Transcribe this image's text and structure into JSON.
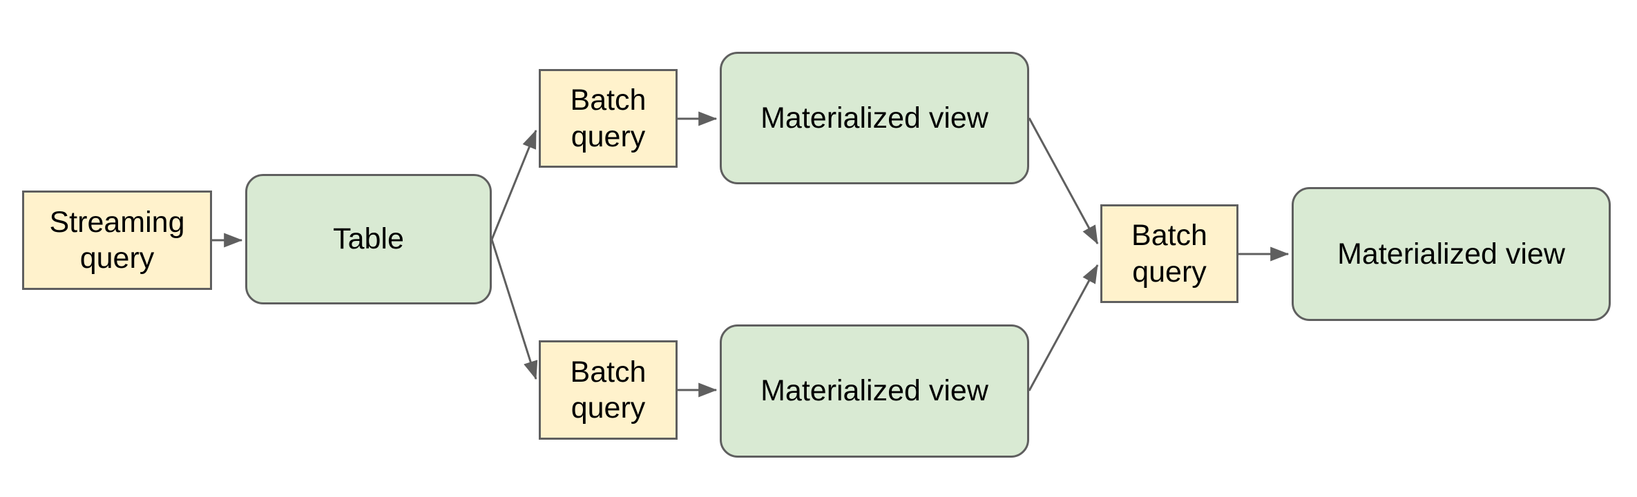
{
  "diagram": {
    "background_color": "#ffffff",
    "colors": {
      "query_box_fill": "#fff2cc",
      "data_box_fill": "#d9ead3",
      "box_border": "#5f5f5f",
      "arrow": "#5f5f5f",
      "text": "#000000"
    },
    "nodes": {
      "streaming_query": {
        "label": "Streaming\nquery",
        "shape": "rectangle",
        "kind": "query"
      },
      "table": {
        "label": "Table",
        "shape": "rounded-rectangle",
        "kind": "data"
      },
      "batch_query_top": {
        "label": "Batch\nquery",
        "shape": "rectangle",
        "kind": "query"
      },
      "materialized_view_top": {
        "label": "Materialized view",
        "shape": "rounded-rectangle",
        "kind": "data"
      },
      "batch_query_bottom": {
        "label": "Batch\nquery",
        "shape": "rectangle",
        "kind": "query"
      },
      "materialized_view_bottom": {
        "label": "Materialized view",
        "shape": "rounded-rectangle",
        "kind": "data"
      },
      "batch_query_right": {
        "label": "Batch\nquery",
        "shape": "rectangle",
        "kind": "query"
      },
      "materialized_view_final": {
        "label": "Materialized view",
        "shape": "rounded-rectangle",
        "kind": "data"
      }
    },
    "edges": [
      {
        "from": "streaming_query",
        "to": "table"
      },
      {
        "from": "table",
        "to": "batch_query_top"
      },
      {
        "from": "table",
        "to": "batch_query_bottom"
      },
      {
        "from": "batch_query_top",
        "to": "materialized_view_top"
      },
      {
        "from": "batch_query_bottom",
        "to": "materialized_view_bottom"
      },
      {
        "from": "materialized_view_top",
        "to": "batch_query_right"
      },
      {
        "from": "materialized_view_bottom",
        "to": "batch_query_right"
      },
      {
        "from": "batch_query_right",
        "to": "materialized_view_final"
      }
    ]
  }
}
